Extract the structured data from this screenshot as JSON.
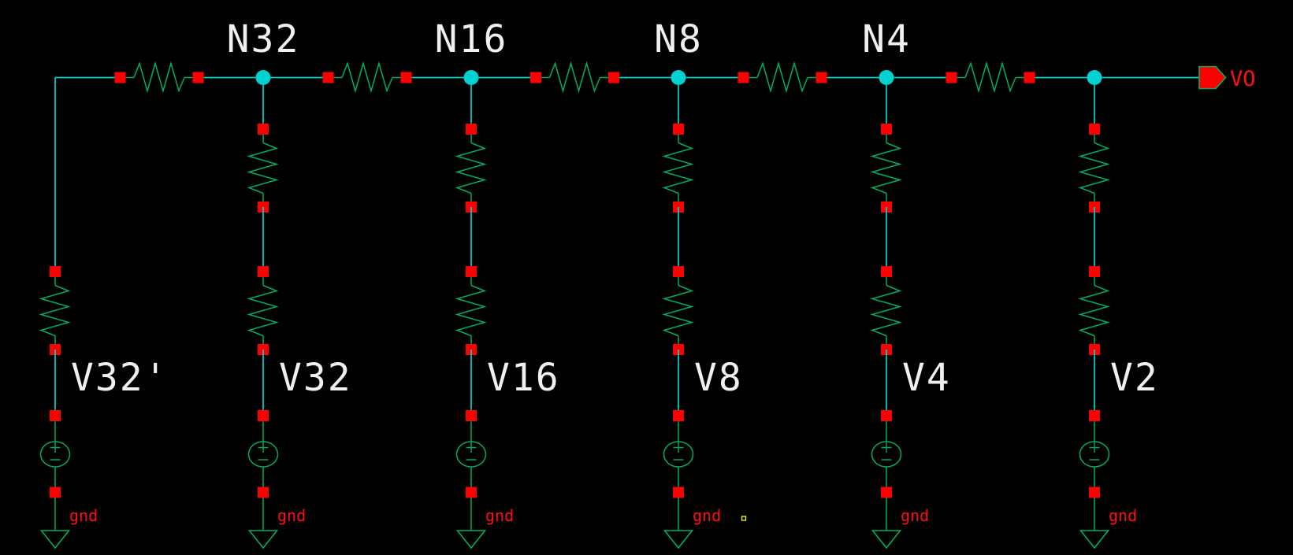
{
  "colors": {
    "background": "#000000",
    "wire": "#00d2d2",
    "device_green": "#00ad5f",
    "pin_red": "#ff0000",
    "label_white": "#f0f0f0",
    "net_text_red": "#ff0f0f",
    "marker_yellow": "#ffff00"
  },
  "schematic": {
    "node_labels": [
      "N32",
      "N16",
      "N8",
      "N4"
    ],
    "branches": [
      {
        "source_label": "V32'",
        "ground_label": "gnd"
      },
      {
        "source_label": "V32",
        "ground_label": "gnd"
      },
      {
        "source_label": "V16",
        "ground_label": "gnd"
      },
      {
        "source_label": "V8",
        "ground_label": "gnd"
      },
      {
        "source_label": "V4",
        "ground_label": "gnd"
      },
      {
        "source_label": "V2",
        "ground_label": "gnd"
      }
    ],
    "output_pin": {
      "label": "VO"
    }
  }
}
